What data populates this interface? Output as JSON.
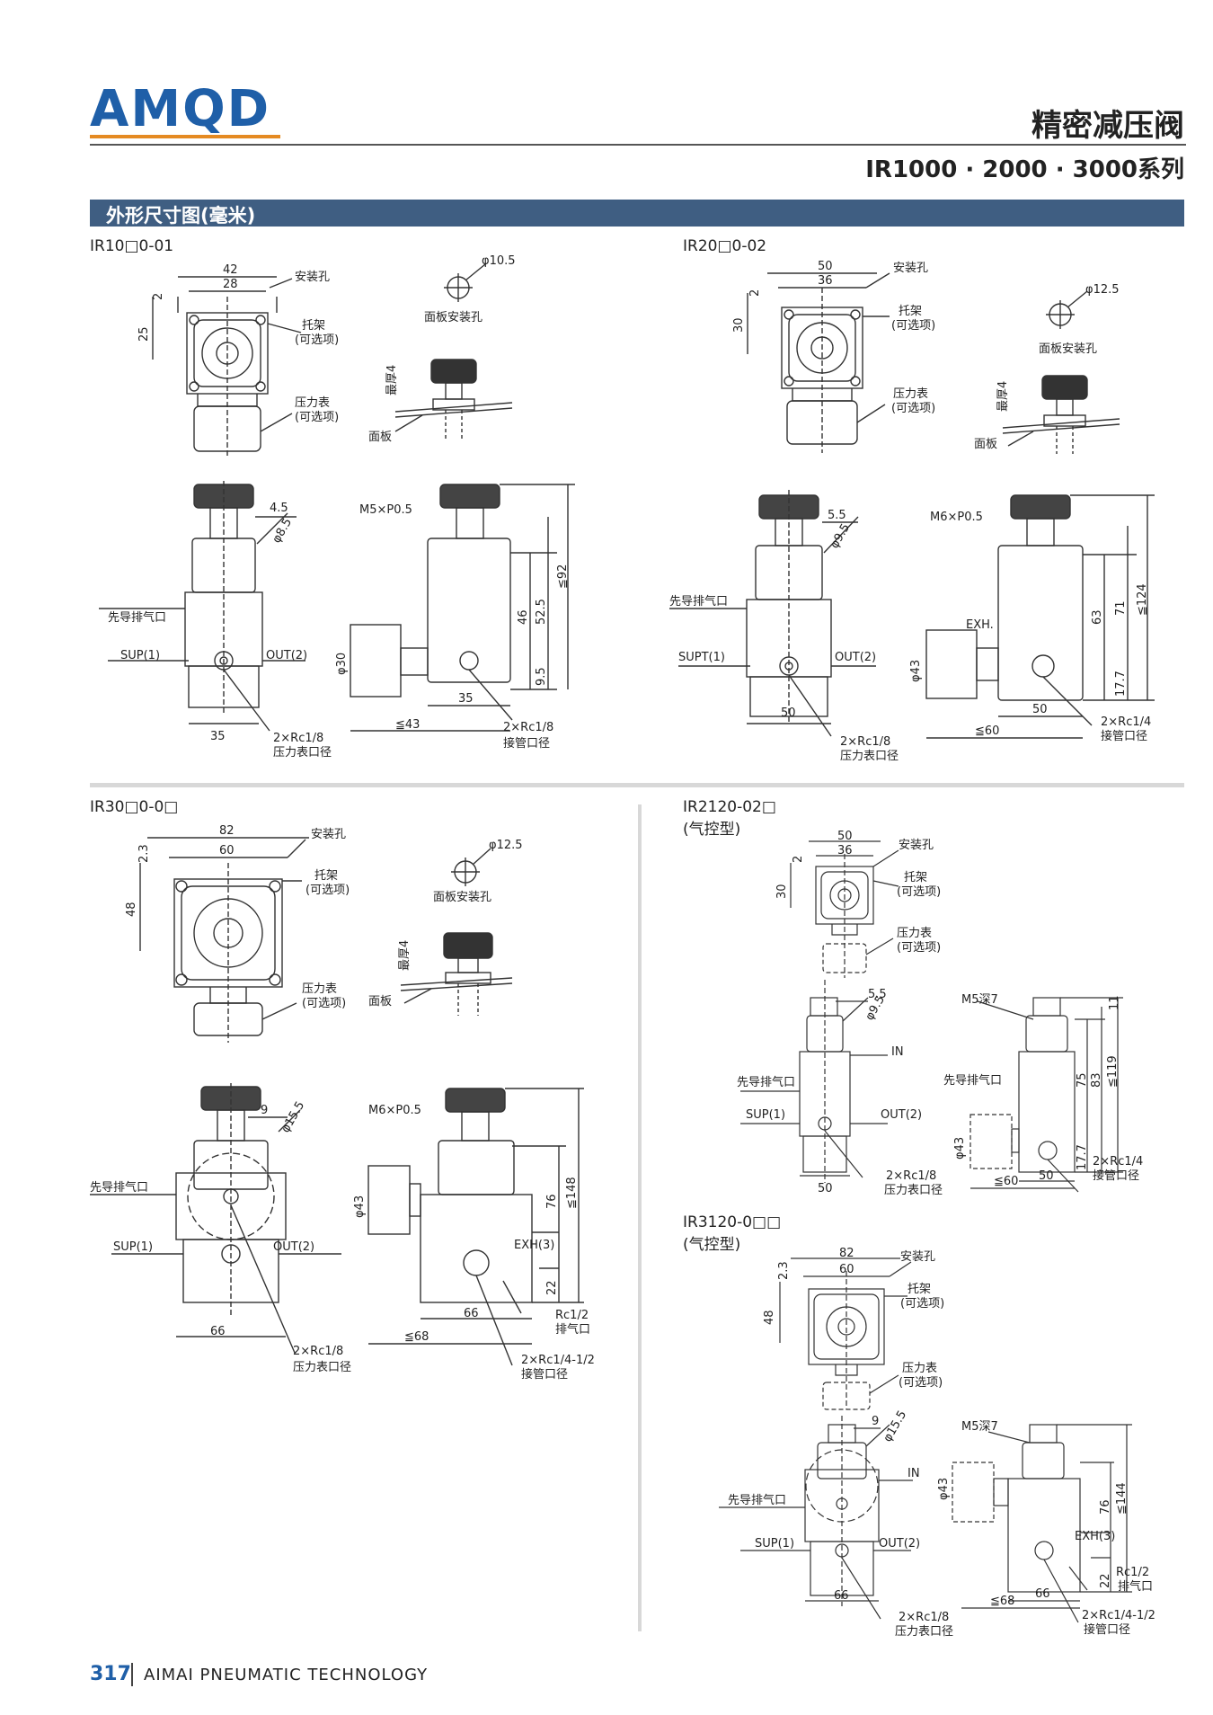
{
  "header": {
    "logo": "AMQD",
    "title": "精密减压阀",
    "subtitle": "IR1000 · 2000 · 3000系列"
  },
  "section": {
    "title": "外形尺寸图(毫米)"
  },
  "models": {
    "ir1000": {
      "name": "IR10□0-01",
      "top_dims": [
        "42",
        "28",
        "2",
        "25"
      ],
      "labels": [
        "安装孔",
        "托架",
        "(可选项)",
        "压力表",
        "(可选项)",
        "面板安装孔",
        "最厚4",
        "面板"
      ],
      "hole": "φ10.5",
      "front_dims": [
        "4.5",
        "φ8.5",
        "35"
      ],
      "front_labels": [
        "先导排气口",
        "SUP(1)",
        "OUT(2)",
        "2×Rc1/8",
        "压力表口径"
      ],
      "side_dims": [
        "M5×P0.5",
        "46",
        "52.5",
        "≦92",
        "9.5",
        "φ30",
        "35",
        "≦43"
      ],
      "side_labels": [
        "2×Rc1/8",
        "接管口径"
      ]
    },
    "ir2000": {
      "name": "IR20□0-02",
      "top_dims": [
        "50",
        "36",
        "2",
        "30"
      ],
      "labels": [
        "安装孔",
        "托架",
        "(可选项)",
        "压力表",
        "(可选项)",
        "面板安装孔",
        "最厚4",
        "面板"
      ],
      "hole": "φ12.5",
      "front_dims": [
        "5.5",
        "φ9.5",
        "50"
      ],
      "front_labels": [
        "先导排气口",
        "SUPT(1)",
        "OUT(2)",
        "2×Rc1/8",
        "压力表口径"
      ],
      "side_dims": [
        "M6×P0.5",
        "63",
        "71",
        "≦124",
        "17.7",
        "φ43",
        "50",
        "≦60"
      ],
      "side_labels": [
        "EXH.",
        "2×Rc1/4",
        "接管口径"
      ]
    },
    "ir3000": {
      "name": "IR30□0-0□",
      "top_dims": [
        "82",
        "60",
        "2.3",
        "48"
      ],
      "labels": [
        "安装孔",
        "托架",
        "(可选项)",
        "压力表",
        "(可选项)",
        "面板安装孔",
        "最厚4",
        "面板"
      ],
      "hole": "φ12.5",
      "front_dims": [
        "9",
        "φ15.5",
        "66"
      ],
      "front_labels": [
        "先导排气口",
        "SUP(1)",
        "OUT(2)",
        "2×Rc1/8",
        "压力表口径"
      ],
      "side_dims": [
        "M6×P0.5",
        "76",
        "≦148",
        "22",
        "φ43",
        "66",
        "≦68"
      ],
      "side_labels": [
        "EXH(3)",
        "Rc1/2",
        "排气口",
        "2×Rc1/4-1/2",
        "接管口径"
      ]
    },
    "ir2120": {
      "name": "IR2120-02□",
      "sub": "(气控型)",
      "top_dims": [
        "50",
        "36",
        "2",
        "30"
      ],
      "labels": [
        "安装孔",
        "托架",
        "(可选项)",
        "压力表",
        "(可选项)"
      ],
      "front_dims": [
        "5.5",
        "φ9.5",
        "50"
      ],
      "front_labels": [
        "IN",
        "先导排气口",
        "SUP(1)",
        "OUT(2)",
        "2×Rc1/8",
        "压力表口径"
      ],
      "side_dims": [
        "M5深7",
        "11",
        "75",
        "83",
        "≦119",
        "17.7",
        "φ43",
        "50",
        "≦60"
      ],
      "side_labels": [
        "先导排气口",
        "2×Rc1/4",
        "接管口径"
      ]
    },
    "ir3120": {
      "name": "IR3120-0□□",
      "sub": "(气控型)",
      "top_dims": [
        "82",
        "60",
        "2.3",
        "48"
      ],
      "labels": [
        "安装孔",
        "托架",
        "(可选项)",
        "压力表",
        "(可选项)"
      ],
      "front_dims": [
        "9",
        "φ15.5",
        "66"
      ],
      "front_labels": [
        "IN",
        "先导排气口",
        "SUP(1)",
        "OUT(2)",
        "2×Rc1/8",
        "压力表口径"
      ],
      "side_dims": [
        "M5深7",
        "76",
        "≦144",
        "22",
        "φ43",
        "66",
        "≦68"
      ],
      "side_labels": [
        "EXH(3)",
        "Rc1/2",
        "排气口",
        "2×Rc1/4-1/2",
        "接管口径"
      ]
    }
  },
  "footer": {
    "page": "317",
    "company": "AIMAI PNEUMATIC TECHNOLOGY"
  }
}
